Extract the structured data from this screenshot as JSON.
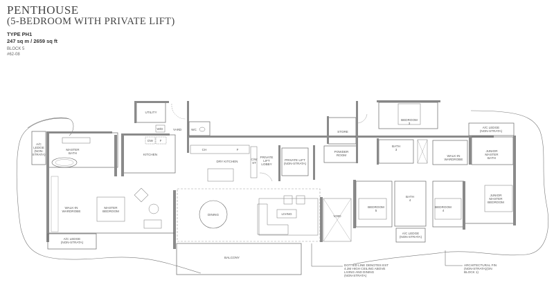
{
  "header": {
    "title": "PENTHOUSE",
    "subtitle": "(5-BEDROOM WITH PRIVATE LIFT)",
    "type": "TYPE PH1",
    "area": "247 sq m / 2659 sq ft",
    "block": "BLOCK 5",
    "unit": "#62-08"
  },
  "colors": {
    "wall": "#8a8a8a",
    "line": "#555555",
    "background": "#ffffff"
  },
  "rooms": {
    "utility": "UTILITY",
    "yard": "YARD",
    "wc": "WC",
    "wd": "W/D",
    "dw": "DW",
    "f": "F",
    "master_bath": [
      "MASTER",
      "BATH"
    ],
    "ac_ledge_left": [
      "A/C",
      "LEDGE",
      "(NON-",
      "STRATA)"
    ],
    "kitchen": "KITCHEN",
    "dry_kitchen": "DRY KITCHEN",
    "ch": "CH",
    "f2": "F",
    "private_lift_lobby": [
      "PRIVATE",
      "LIFT",
      "LOBBY"
    ],
    "private_lift": [
      "PRIVATE LIFT",
      "(NON-STRATA)"
    ],
    "cw_st": [
      "C/W",
      "ST"
    ],
    "store": "STORE",
    "powder_room": [
      "POWDER",
      "ROOM"
    ],
    "bedroom3": [
      "BEDROOM",
      "3"
    ],
    "bath3": [
      "BATH",
      "3"
    ],
    "walk_in_wardrobe_right": [
      "WALK-IN",
      "WARDROBE"
    ],
    "ac_ledge_top_right": [
      "A/C LEDGE",
      "(NON-STRATA)"
    ],
    "junior_master_bath": [
      "JUNIOR",
      "MASTER",
      "BATH"
    ],
    "junior_master_bedroom": [
      "JUNIOR",
      "MASTER",
      "BEDROOM"
    ],
    "walk_in_wardrobe_left": [
      "WALK-IN",
      "WARDROBE"
    ],
    "master_bedroom": [
      "MASTER",
      "BEDROOM"
    ],
    "ac_ledge_bottom_left": [
      "A/C LEDGE",
      "(NON-STRATA)"
    ],
    "dining": "DINING",
    "living": "LIVING",
    "void": "VOID",
    "bedroom5": [
      "BEDROOM",
      "5"
    ],
    "bath4": [
      "BATH",
      "4"
    ],
    "bedroom4": [
      "BEDROOM",
      "4"
    ],
    "ac_ledge_bottom_mid": [
      "A/C LEDGE",
      "(NON-STRATA)"
    ],
    "balcony": "BALCONY"
  },
  "notes": {
    "ceiling": [
      "DOTTED LINE DENOTES EST",
      "4.2M HIGH CEILING ABOVE",
      "LIVING AND DINING",
      "(NON-STRATA)"
    ],
    "fin": [
      "ARCHITECTURAL FIN",
      "(NON-STRATA)(ON",
      "BLOCK 1)"
    ]
  }
}
